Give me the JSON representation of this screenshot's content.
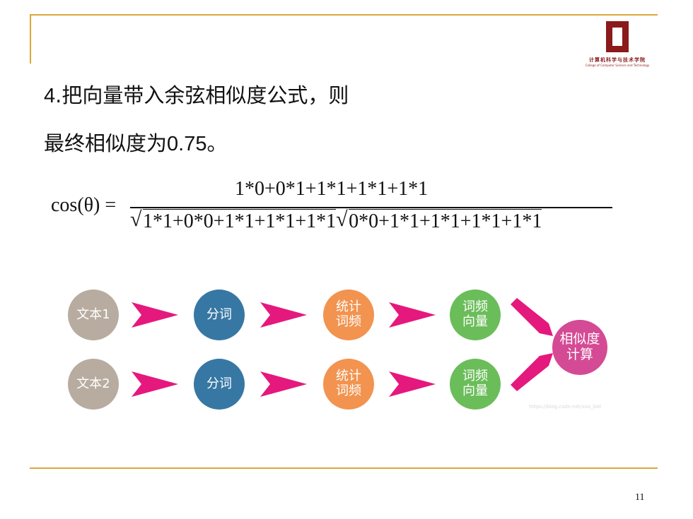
{
  "slide": {
    "line1_num": "4",
    "line1_text": ".把向量带入余弦相似度公式，则",
    "line2_text": "最终相似度为",
    "line2_value": "0.75",
    "line2_end": "。",
    "page_number": "11"
  },
  "logo": {
    "cn": "计算机科学与技术学院",
    "en": "College of Computer Science and Technology",
    "color": "#8b1a1a"
  },
  "formula": {
    "lhs": "cos(θ) =",
    "numerator": "1*0+0*1+1*1+1*1+1*1",
    "denominator_left": "1*1+0*0+1*1+1*1+1*1",
    "denominator_right": "0*0+1*1+1*1+1*1+1*1"
  },
  "flow": {
    "row1": {
      "text": "文本1",
      "segment": "分词",
      "count": "统计\n词频",
      "vector": "词频\n向量"
    },
    "row2": {
      "text": "文本2",
      "segment": "分词",
      "count": "统计\n词频",
      "vector": "词频\n向量"
    },
    "result": "相似度\n计算",
    "watermark": "https://blog.csdn.net/xxx_bot",
    "colors": {
      "gray": "#b7ac9f",
      "blue": "#3777a4",
      "orange": "#f2934f",
      "green": "#6bbd5a",
      "pink": "#d54a94",
      "arrow": "#e5187d"
    }
  }
}
